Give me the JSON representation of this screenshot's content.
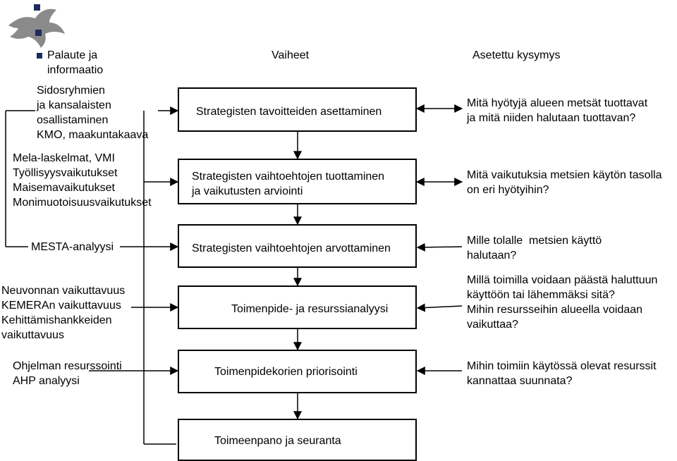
{
  "headers": {
    "feedback": "Palaute ja\ninformaatio",
    "phases": "Vaiheet",
    "question": "Asetettu kysymys"
  },
  "left": {
    "stakeholders": "Sidosryhmien\nja kansalaisten\nosallistaminen\nKMO, maakuntakaava",
    "models": "Mela-laskelmat, VMI\nTyöllisyysvaikutukset\nMaisemavaikutukset\nMonimuotoisuusvaikutukset",
    "mesta": "MESTA-analyysi",
    "impacts": "Neuvonnan vaikuttavuus\nKEMERAn vaikuttavuus\nKehittämishankkeiden\nvaikuttavuus",
    "program": "Ohjelman resurssointi\nAHP analyysi"
  },
  "phases": {
    "p1": "Strategisten tavoitteiden asettaminen",
    "p2": "Strategisten vaihtoehtojen tuottaminen\nja vaikutusten arviointi",
    "p3": "Strategisten vaihtoehtojen arvottaminen",
    "p4": "Toimenpide- ja resurssianalyysi",
    "p5": "Toimenpidekorien priorisointi",
    "p6": "Toimeenpano ja seuranta"
  },
  "questions": {
    "q1": "Mitä hyötyjä alueen metsät tuottavat\nja mitä niiden halutaan tuottavan?",
    "q2": "Mitä vaikutuksia metsien käytön tasolla\non eri hyötyihin?",
    "q3": "Mille tolalle  metsien käyttö\nhalutaan?",
    "q4": "Millä toimilla voidaan päästä haluttuun\nkäyttöön tai lähemmäksi sitä?\nMihin resursseihin alueella voidaan\nvaikuttaa?",
    "q5": "Mihin toimiin käytössä olevat resurssit\nkannattaa suunnata?"
  },
  "colors": {
    "logo": "#8a8a8a",
    "bullet": "#1f2a5c"
  }
}
